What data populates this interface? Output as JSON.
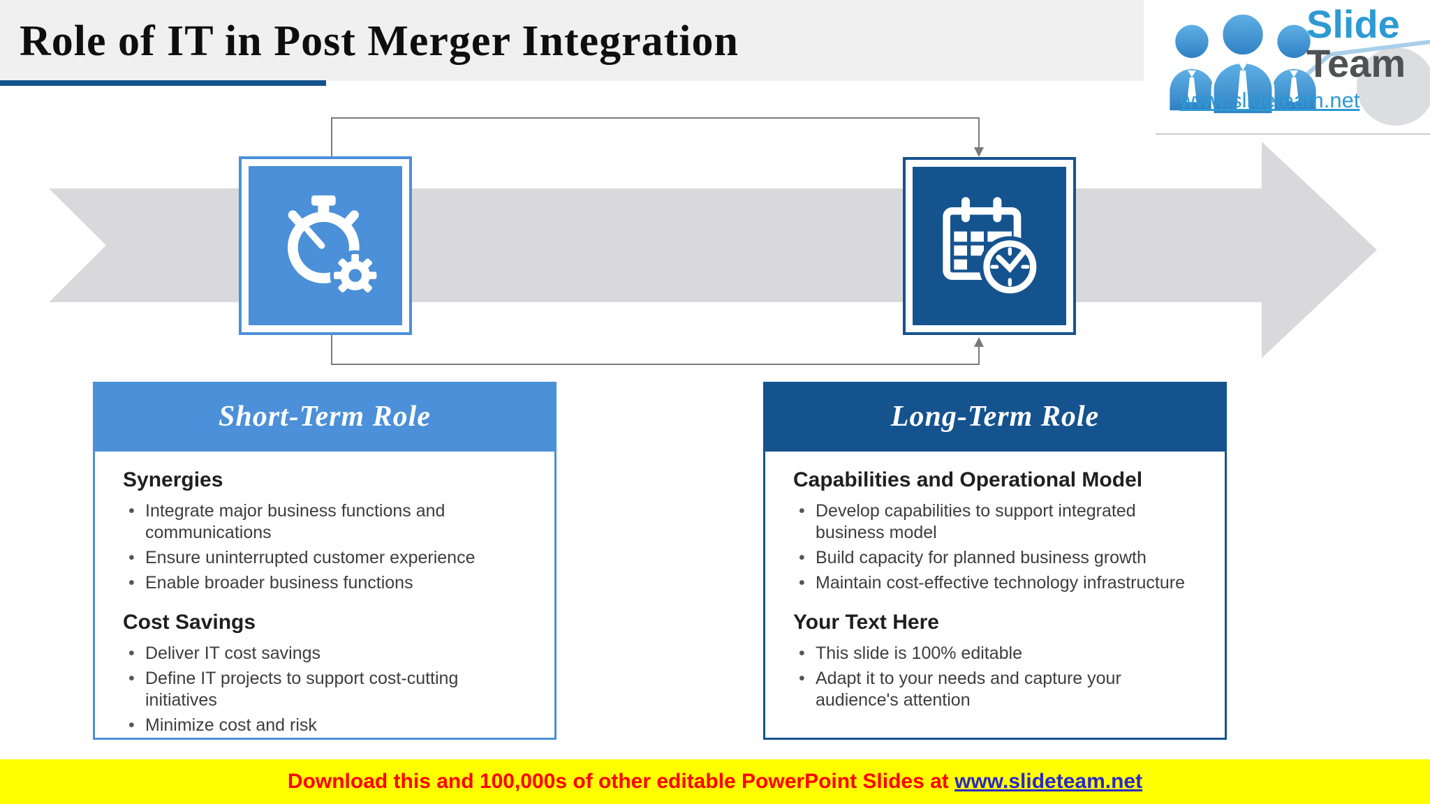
{
  "slide": {
    "title": "Role of IT in Post Merger Integration",
    "logo": {
      "word1": "Slide",
      "word2": "Team",
      "url": "www.slideteam.net",
      "people_icon": "slideteam-people-icon"
    },
    "process": {
      "stage1_icon": "stopwatch-gear-icon",
      "stage2_icon": "calendar-clock-icon",
      "flow": "stage1 to stage2 via top and bottom elbow connectors over a large right-pointing arrow"
    },
    "cards": [
      {
        "title": "Short-Term Role",
        "sections": [
          {
            "heading": "Synergies",
            "bullets": [
              "Integrate major business functions and communications",
              "Ensure uninterrupted customer experience",
              "Enable broader business functions"
            ]
          },
          {
            "heading": "Cost Savings",
            "bullets": [
              "Deliver IT cost savings",
              "Define IT projects to support cost-cutting initiatives",
              "Minimize cost and risk"
            ]
          }
        ]
      },
      {
        "title": "Long-Term Role",
        "sections": [
          {
            "heading": "Capabilities and Operational Model",
            "bullets": [
              "Develop capabilities to support integrated business model",
              "Build capacity for planned business growth",
              "Maintain cost-effective technology infrastructure"
            ]
          },
          {
            "heading": "Your Text Here",
            "bullets": [
              "This slide is 100% editable",
              "Adapt it to your needs and capture your audience's attention"
            ]
          }
        ]
      }
    ],
    "footer": {
      "text": "Download this and 100,000s of other editable PowerPoint Slides at ",
      "link": "www.slideteam.net"
    },
    "colors": {
      "light_blue": "#4b90d8",
      "dark_blue": "#15538f",
      "arrow_gray": "#d9d9db",
      "connector_gray": "#7a7a7a",
      "title_band_gray": "#f0f0f1",
      "banner_yellow": "#ffff00",
      "banner_red": "#fe0000",
      "banner_link_blue": "#2a28c8",
      "logo_blue": "#2d9ad4",
      "logo_gray": "#4f5153"
    }
  }
}
